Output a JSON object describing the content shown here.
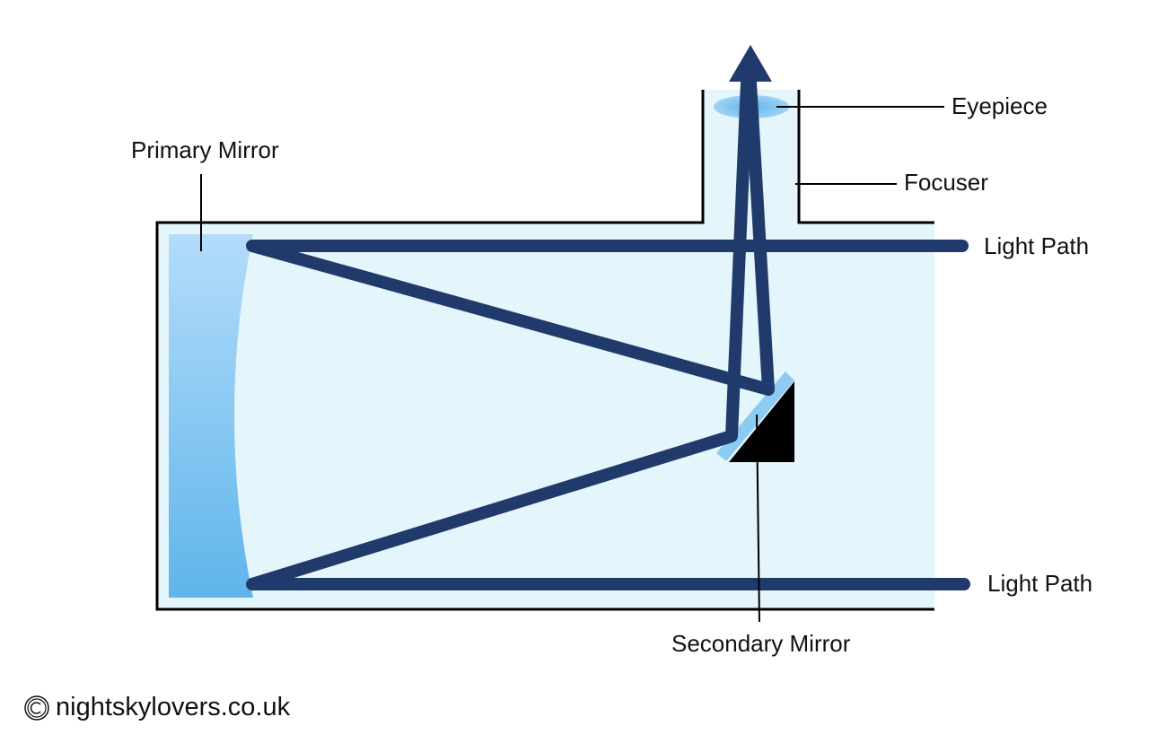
{
  "title": "Newtonian reflector telescope diagram",
  "labels": {
    "primary_mirror": "Primary Mirror",
    "eyepiece": "Eyepiece",
    "focuser": "Focuser",
    "light_path_top": "Light Path",
    "light_path_bottom": "Light Path",
    "secondary_mirror": "Secondary Mirror"
  },
  "footer": {
    "copyright_icon": "copyright-icon",
    "site": "nightskylovers.co.uk"
  },
  "colors": {
    "tube_fill": "#e4f5fb",
    "light_path": "#1f3a6b",
    "mirror_top": "#b3dcfa",
    "mirror_bottom": "#5fb5ea",
    "secondary_mirror": "#8ecbf2",
    "outline": "#000000"
  }
}
